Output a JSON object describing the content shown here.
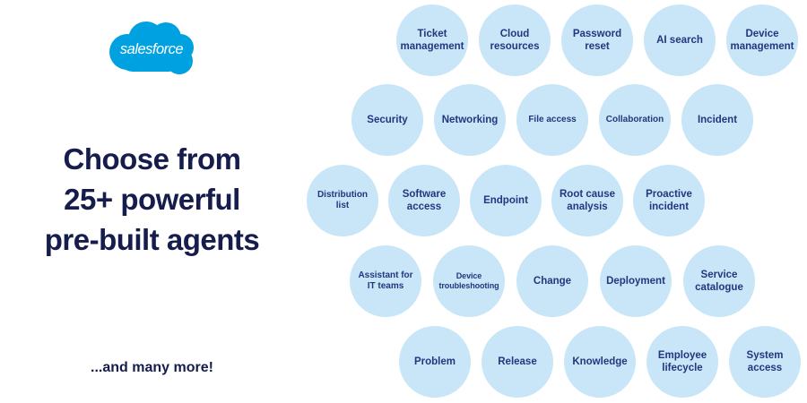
{
  "palette": {
    "background": "#FFFFFF",
    "logo_blue": "#00A1E0",
    "headline_navy": "#161C4B",
    "circle_fill": "#C8E6F8",
    "circle_text": "#21377E"
  },
  "logo": {
    "text": "salesforce"
  },
  "headline": {
    "lines": [
      "Choose from",
      "25+ powerful",
      "pre-built agents"
    ]
  },
  "footnote": {
    "text": "...and many more!"
  },
  "agents": {
    "rows": [
      [
        "Ticket\nmanagement",
        "Cloud\nresources",
        "Password\nreset",
        "AI search",
        "Device\nmanagement"
      ],
      [
        "Security",
        "Networking",
        "File access",
        "Collaboration",
        "Incident"
      ],
      [
        "Distribution\nlist",
        "Software\naccess",
        "Endpoint",
        "Root cause\nanalysis",
        "Proactive\nincident"
      ],
      [
        "Assistant for\nIT teams",
        "Device\ntroubleshooting",
        "Change",
        "Deployment",
        "Service\ncatalogue"
      ],
      [
        "Problem",
        "Release",
        "Knowledge",
        "Employee\nlifecycle",
        "System\naccess"
      ]
    ]
  }
}
